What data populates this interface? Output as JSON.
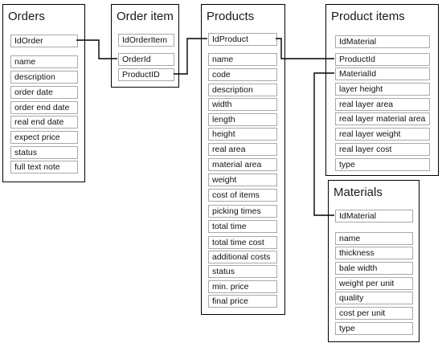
{
  "tables": {
    "orders": {
      "title": "Orders",
      "key": "IdOrder",
      "fields": [
        "name",
        "description",
        "order date",
        "order end date",
        "real end date",
        "expect price",
        "status",
        "full text note"
      ]
    },
    "order_item": {
      "title": "Order item",
      "key": "IdOrderItem",
      "foreign_keys": [
        "OrderId",
        "ProductID"
      ]
    },
    "products": {
      "title": "Products",
      "key": "IdProduct",
      "fields": [
        "name",
        "code",
        "description",
        "width",
        "length",
        "height",
        "real area",
        "material area",
        "weight",
        "cost of items",
        "picking times",
        "total time",
        "total time cost",
        "additional costs",
        "status",
        "min. price",
        "final price"
      ]
    },
    "product_items": {
      "title": "Product items",
      "key": "IdMaterial",
      "foreign_keys": [
        "ProductId",
        "MaterialId"
      ],
      "fields": [
        "layer height",
        "real layer area",
        "real layer material area",
        "real layer weight",
        "real layer cost",
        "type"
      ]
    },
    "materials": {
      "title": "Materials",
      "key": "IdMaterial",
      "fields": [
        "name",
        "thickness",
        "bale width",
        "weight per unit",
        "quality",
        "cost per unit",
        "type"
      ]
    }
  },
  "relationships": [
    {
      "from": "Orders.IdOrder",
      "to": "Order item.OrderId"
    },
    {
      "from": "Order item.ProductID",
      "to": "Products.IdProduct"
    },
    {
      "from": "Products.IdProduct",
      "to": "Product items.ProductId"
    },
    {
      "from": "Product items.MaterialId",
      "to": "Materials.IdMaterial"
    }
  ]
}
